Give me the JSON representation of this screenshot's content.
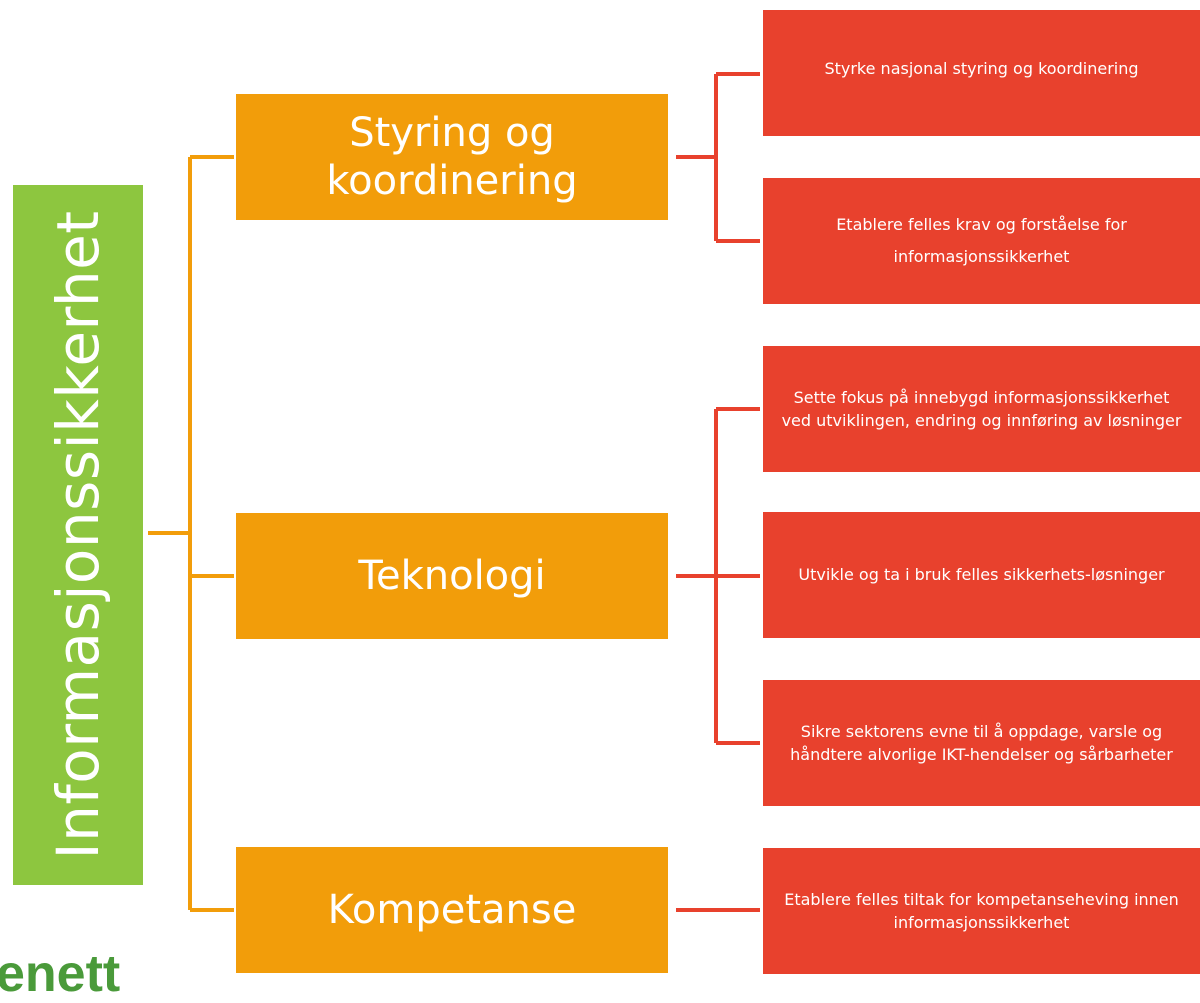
{
  "root": {
    "label": "Informasjonssikkerhet",
    "color": "#8dc63f"
  },
  "categories": [
    {
      "label": "Styring og koordinering"
    },
    {
      "label": "Teknologi"
    },
    {
      "label": "Kompetanse"
    }
  ],
  "actions": [
    {
      "label": "Styrke nasjonal styring og koordinering"
    },
    {
      "label": "Etablere felles  krav og forståelse for informasjonssikkerhet"
    },
    {
      "label": "Sette fokus på innebygd informasjonssikkerhet ved utviklingen, endring og innføring av løsninger"
    },
    {
      "label": "Utvikle og ta i bruk felles sikkerhets-løsninger"
    },
    {
      "label": "Sikre sektorens evne til å oppdage, varsle og håndtere alvorlige IKT-hendelser og sårbarheter"
    },
    {
      "label": "Etablere felles tiltak for kompetanseheving innen informasjonssikkerhet"
    }
  ],
  "logo_fragment": "enett",
  "colors": {
    "root": "#8dc63f",
    "category": "#f29d0a",
    "action": "#e8412d",
    "category_connector": "#f29d0a",
    "action_connector": "#e8412d"
  }
}
